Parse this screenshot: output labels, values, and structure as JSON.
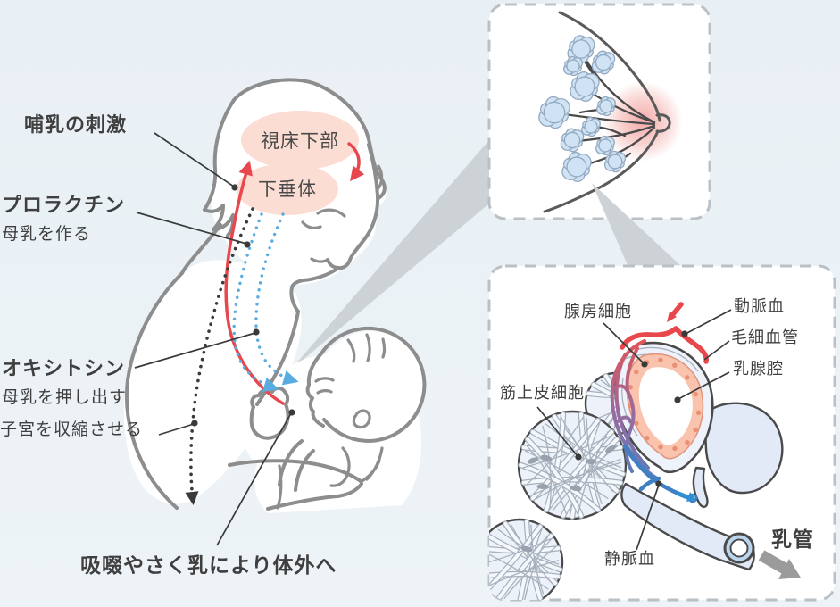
{
  "left_diagram": {
    "labels": {
      "nursing_stimulus": "哺乳の刺激",
      "prolactin": "プロラクチン",
      "prolactin_sub": "母乳を作る",
      "oxytocin": "オキシトシン",
      "oxytocin_sub1": "母乳を押し出す",
      "oxytocin_sub2": "子宮を収縮させる",
      "hypothalamus": "視床下部",
      "pituitary": "下垂体",
      "excretion": "吸啜やさく乳により体外へ"
    }
  },
  "cell_diagram": {
    "labels": {
      "alveolar_cells": "腺房細胞",
      "arterial_blood": "動脈血",
      "capillary": "毛細血管",
      "mammary_lumen": "乳腺腔",
      "myoepithelial_cells": "筋上皮細胞",
      "venous_blood": "静脈血",
      "milk_duct": "乳管"
    }
  },
  "colors": {
    "background": "#e9f0f5",
    "figure_outline": "#8d8d8d",
    "text": "#3f3f3f",
    "hormone_red_arrow": "#e8484d",
    "hormone_blue_dots": "#5aace0",
    "hormone_black_dots": "#3a3a3a",
    "brain_region_pink": "#fbddd3",
    "lobule_blue": "#cfe3f4",
    "box_border": "#b9c0c6",
    "connector_gray": "#ccd2d6",
    "alveolus_cell_pink": "#f9c3ae",
    "artery_red": "#e8474b",
    "vein_blue": "#3f7fc4",
    "duct_fill": "#e2eaf8",
    "duct_arrow_gray": "#9b9b9b"
  }
}
